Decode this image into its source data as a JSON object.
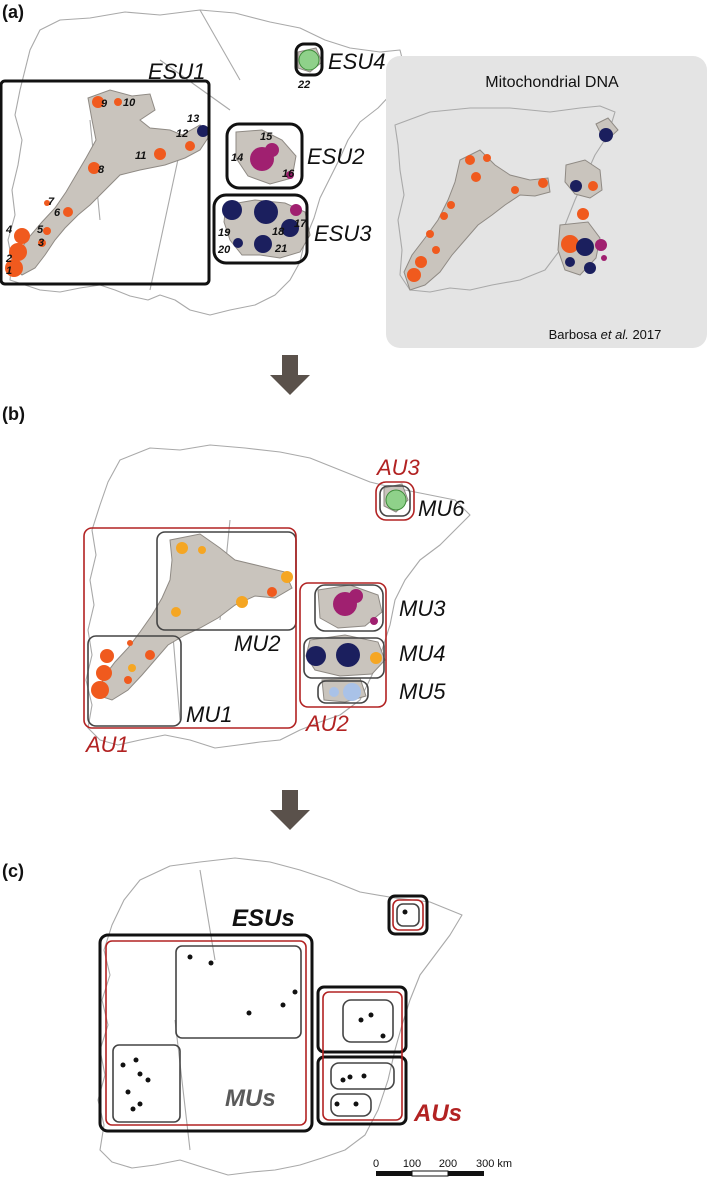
{
  "panels": {
    "a": "(a)",
    "b": "(b)",
    "c": "(c)"
  },
  "panel_a": {
    "esu_labels": [
      "ESU1",
      "ESU2",
      "ESU3",
      "ESU4"
    ],
    "population_numbers": [
      "1",
      "2",
      "3",
      "4",
      "5",
      "6",
      "7",
      "8",
      "9",
      "10",
      "11",
      "12",
      "13",
      "14",
      "15",
      "16",
      "17",
      "18",
      "19",
      "20",
      "21",
      "22"
    ],
    "inset_title": "Mitochondrial DNA",
    "inset_citation_author": "Barbosa ",
    "inset_citation_etal": "et al.",
    "inset_citation_year": " 2017"
  },
  "panel_b": {
    "mu_labels": [
      "MU1",
      "MU2",
      "MU3",
      "MU4",
      "MU5",
      "MU6"
    ],
    "au_labels": [
      "AU1",
      "AU2",
      "AU3"
    ]
  },
  "panel_c": {
    "esus_label": "ESUs",
    "mus_label": "MUs",
    "aus_label": "AUs",
    "scale_ticks": [
      "0",
      "100",
      "200",
      "300 km"
    ]
  },
  "colors": {
    "cluster_orange": "#f05a1e",
    "cluster_yellow": "#f5a623",
    "cluster_magenta": "#a02070",
    "cluster_navy": "#1b1f5e",
    "cluster_green": "#8fd18a",
    "cluster_lightblue": "#a9c2e8",
    "range_fill": "#c9c4bd",
    "au_red": "#b22222",
    "inset_bg": "#e4e4e4",
    "arrow": "#5a514b"
  }
}
